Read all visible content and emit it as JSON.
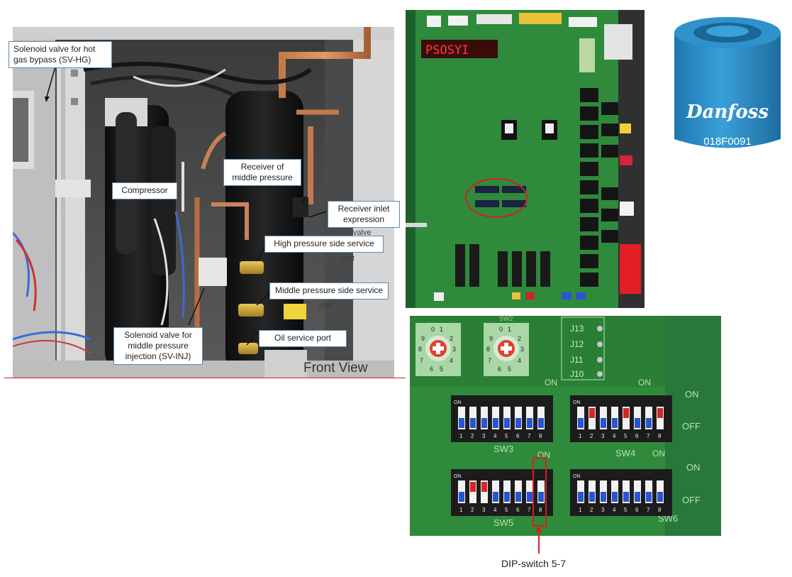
{
  "front_view": {
    "label": "Front View",
    "callouts": {
      "sv_hg": "Solenoid valve for hot gas bypass (SV-HG)",
      "compressor": "Compressor",
      "receiver": "Receiver of middle pressure",
      "receiver_inlet": "Receiver inlet expression",
      "receiver_inlet_hidden": "valve",
      "high_pressure": "High pressure side service",
      "high_pressure_hidden": "port",
      "middle_pressure": "Middle pressure side service",
      "middle_pressure_hidden": "port",
      "oil_port": "Oil service port",
      "sv_inj": "Solenoid valve for middle pressure injection (SV-INJ)"
    }
  },
  "pcb": {
    "display_digits": "PSOSYI"
  },
  "magnet_tool": {
    "brand": "Danfoss",
    "part_number": "018F0091"
  },
  "dip_detail": {
    "rotary_labels": [
      "0",
      "1",
      "2",
      "3",
      "4",
      "5",
      "6",
      "7",
      "8",
      "9"
    ],
    "rotary_left_label": "",
    "rotary_right_label": "SW2",
    "jumpers": [
      "J13",
      "J12",
      "J11",
      "J10"
    ],
    "on_label": "ON",
    "off_label": "OFF",
    "switch_names": [
      "SW3",
      "SW4",
      "SW5",
      "SW6"
    ],
    "switch_numbers": [
      "1",
      "2",
      "3",
      "4",
      "5",
      "6",
      "7",
      "8"
    ],
    "sw3_state": [
      0,
      0,
      0,
      0,
      0,
      0,
      0,
      0
    ],
    "sw4_state": [
      0,
      1,
      0,
      0,
      1,
      0,
      0,
      1
    ],
    "sw5_state": [
      0,
      1,
      1,
      0,
      0,
      0,
      0,
      0
    ],
    "sw6_state": [
      0,
      0,
      0,
      0,
      0,
      0,
      0,
      0
    ],
    "caption": "DIP-switch 5-7"
  },
  "colors": {
    "callout_border": "#5b8bb0",
    "highlight_red": "#d42020",
    "pcb_green": "#2f8a3c",
    "danfoss_blue": "#2a8cc8",
    "dip_blue": "#2a55d0",
    "dip_red": "#d82525"
  }
}
